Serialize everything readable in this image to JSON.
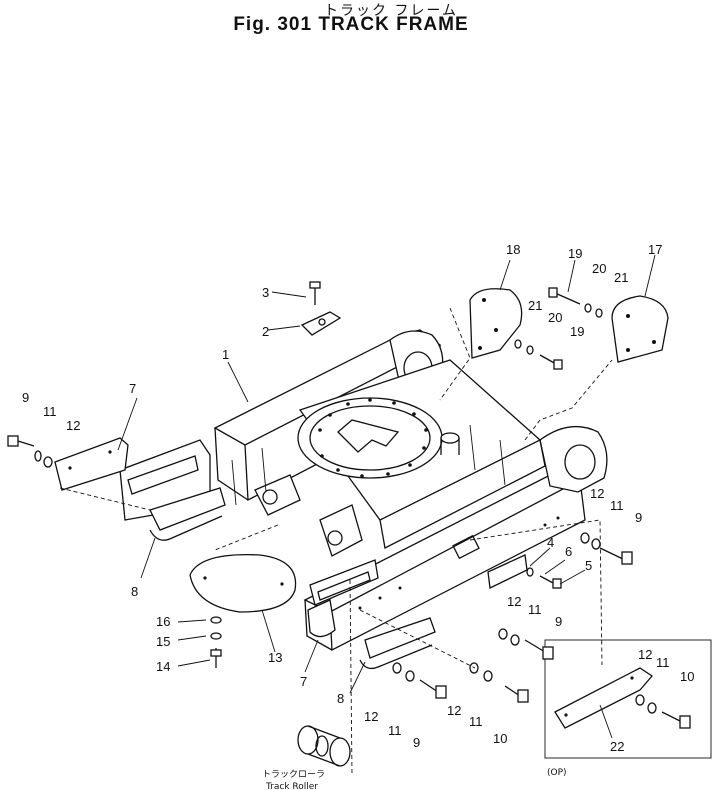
{
  "figure": {
    "title_jp": "トラック フレーム",
    "title_en": "Fig. 301 TRACK FRAME"
  },
  "callouts": {
    "c1": "1",
    "c2": "2",
    "c3": "3",
    "c4": "4",
    "c5": "5",
    "c6": "6",
    "c7a": "7",
    "c7b": "7",
    "c8a": "8",
    "c8b": "8",
    "c9a": "9",
    "c9b": "9",
    "c9c": "9",
    "c9d": "9",
    "c10a": "10",
    "c10b": "10",
    "c11a": "11",
    "c11b": "11",
    "c11c": "11",
    "c11d": "11",
    "c11e": "11",
    "c11f": "11",
    "c12a": "12",
    "c12b": "12",
    "c12c": "12",
    "c12d": "12",
    "c12e": "12",
    "c12f": "12",
    "c13": "13",
    "c14": "14",
    "c15": "15",
    "c16": "16",
    "c17": "17",
    "c18": "18",
    "c19a": "19",
    "c19b": "19",
    "c20a": "20",
    "c20b": "20",
    "c21a": "21",
    "c21b": "21",
    "c22": "22"
  },
  "captions": {
    "track_roller_jp": "トラックローラ",
    "track_roller_en": "Track Roller",
    "option": "(OP)"
  }
}
